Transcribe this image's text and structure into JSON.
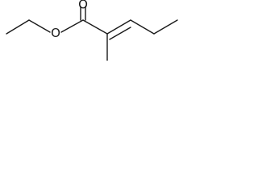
{
  "molecule": {
    "atoms": [
      {
        "id": "o1",
        "symbol": "O"
      },
      {
        "id": "o2",
        "symbol": "O"
      }
    ],
    "bonds": [
      {
        "id": "b1",
        "order": 1
      },
      {
        "id": "b2",
        "order": 1
      },
      {
        "id": "b3",
        "order": 1
      },
      {
        "id": "b4",
        "order": 2
      },
      {
        "id": "b5",
        "order": 1
      },
      {
        "id": "b6",
        "order": 2
      },
      {
        "id": "b7",
        "order": 1
      },
      {
        "id": "b8",
        "order": 1
      },
      {
        "id": "b9",
        "order": 1
      }
    ]
  },
  "colors": {
    "bond": "#1a1a1a",
    "label": "#1a1a1a",
    "background": "#ffffff"
  }
}
